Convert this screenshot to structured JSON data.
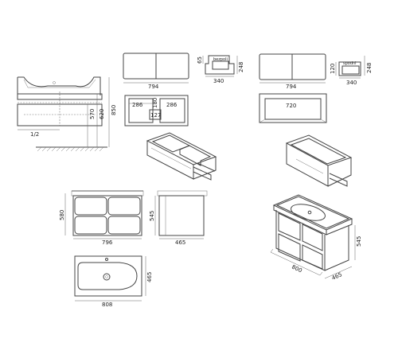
{
  "drawing": {
    "sink_section": {
      "label_half": "1/2",
      "h_570": "570",
      "h_620": "620",
      "h_850": "850"
    },
    "cab_a_front": {
      "width": "794",
      "drawer_h": "65",
      "depth_h": "248",
      "depth": "340",
      "tag": "bezpoli"
    },
    "cab_b_front": {
      "width": "794",
      "drawer_h": "120",
      "depth_h": "248",
      "depth": "340",
      "tag": "spodni"
    },
    "cab_a_interior": {
      "left": "286",
      "left_h": "180",
      "right": "286",
      "center": "127"
    },
    "cab_b_interior": {
      "width": "720"
    },
    "full_front": {
      "height": "580",
      "width": "796"
    },
    "full_side": {
      "height": "545",
      "depth": "465"
    },
    "top_view": {
      "width": "808",
      "depth": "465"
    },
    "iso_view": {
      "height": "545",
      "width": "800",
      "depth": "465"
    }
  }
}
